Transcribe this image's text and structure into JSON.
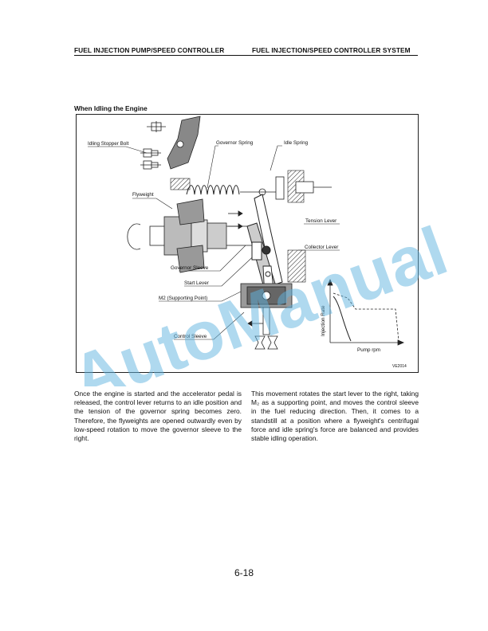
{
  "header": {
    "left": "FUEL INJECTION PUMP/SPEED CONTROLLER",
    "right": "FUEL INJECTION/SPEED CONTROLLER SYSTEM"
  },
  "section_title": "When Idling the Engine",
  "figure": {
    "labels": {
      "idling_stopper_bolt": "Idling Stopper Bolt",
      "governor_spring": "Governor Spring",
      "idle_spring": "Idle Spring",
      "flyweight": "Flyweight",
      "tension_lever": "Tension Lever",
      "collector_lever": "Collector Lever",
      "governor_sleeve": "Governor Sleeve",
      "start_lever": "Start Lever",
      "m2_supporting_point": "M2 (Supporting Point)",
      "control_sleeve": "Control Sleeve"
    },
    "graph": {
      "y_label": "Injection Rate",
      "x_label": "Pump rpm"
    },
    "code": "VE2014"
  },
  "body": {
    "left": "Once the engine is started and the accelerator pedal is released, the control lever returns to an idle position and the tension of the governor spring becomes zero. Therefore, the flyweights are opened outwardly even by low-speed rotation to move the governor sleeve to the right.",
    "right": "This movement rotates the start lever to the right, taking M₂ as a supporting point, and moves the control sleeve in the fuel reducing direction. Then, it comes to a standstill at a position where a flyweight's centrifugal force and idle spring's force are balanced and provides stable idling operation."
  },
  "page_number": "6-18",
  "watermark": "AutoManual",
  "colors": {
    "watermark": "#5fb3e0"
  }
}
